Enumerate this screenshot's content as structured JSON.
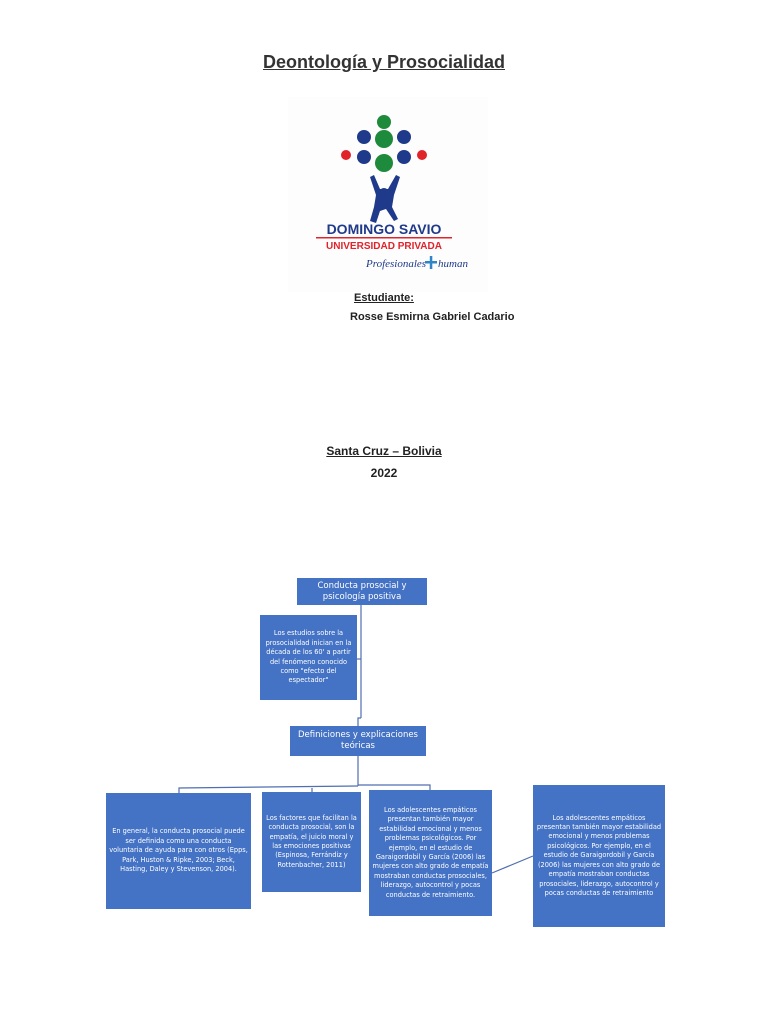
{
  "document": {
    "title": "Deontología y Prosocialidad",
    "logo": {
      "name": "DOMINGO SAVIO",
      "subtitle": "UNIVERSIDAD PRIVADA",
      "slogan_left": "Profesionales",
      "slogan_right": "human",
      "colors": {
        "navy": "#1f3a8a",
        "green": "#1e8a3c",
        "red": "#e0242b",
        "blue_plus": "#2e86c8"
      }
    },
    "student_label": "Estudiante:",
    "student_name": "Rosse Esmirna Gabriel Cadario",
    "location": "Santa Cruz – Bolivia",
    "year": "2022"
  },
  "diagram": {
    "box_color": "#4472c4",
    "line_color": "#4f6fb0",
    "root": "Conducta prosocial y psicología positiva",
    "side_note": "Los estudios sobre la prosocialidad inician en la década de los 60' a partir del fenómeno conocido como \"efecto del espectador\"",
    "definitions": "Definiciones y explicaciones teóricas",
    "children": [
      {
        "text": "En general, la conducta prosocial puede ser definida como una conducta voluntaria de ayuda para con otros (Epps, Park, Huston & Ripke, 2003; Beck, Hasting, Daley y Stevenson, 2004)."
      },
      {
        "text": "Los factores que facilitan la conducta prosocial, son la empatía, el juicio moral y las emociones positivas (Espinosa, Ferrándiz y Rottenbacher, 2011)"
      },
      {
        "text": "Los adolescentes empáticos presentan también mayor estabilidad emocional y menos problemas psicológicos. Por ejemplo, en el estudio de Garaigordobil y García (2006) las mujeres con alto grado de empatía mostraban conductas prosociales, liderazgo, autocontrol y pocas conductas de retraimiento."
      }
    ],
    "detached": "Los adolescentes empáticos presentan también mayor estabilidad emocional y menos problemas psicológicos. Por ejemplo, en el estudio de Garaigordobil y García (2006) las mujeres con alto grado de empatía mostraban conductas prosociales, liderazgo, autocontrol y pocas conductas de retraimiento"
  }
}
